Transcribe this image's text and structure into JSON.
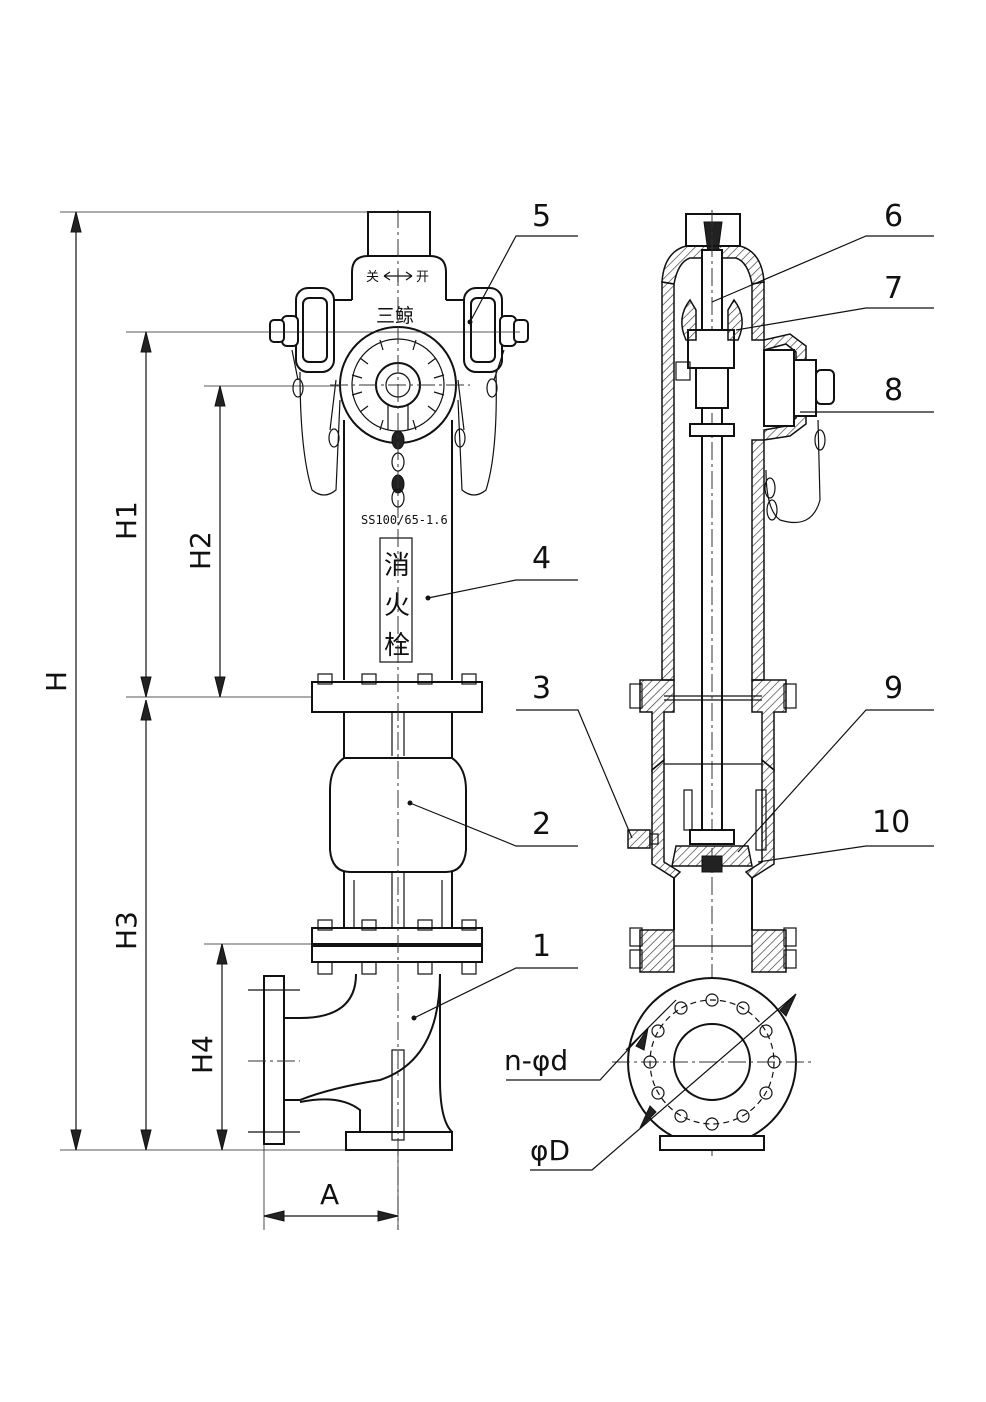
{
  "labels": {
    "part_numbers": [
      "1",
      "2",
      "3",
      "4",
      "5",
      "6",
      "7",
      "8",
      "9",
      "10"
    ],
    "dims": {
      "H": "H",
      "H1": "H1",
      "H2": "H2",
      "H3": "H3",
      "H4": "H4",
      "A": "A",
      "n_d": "n-φd",
      "D": "φD"
    },
    "body_text": {
      "switch_close": "关",
      "switch_open": "开",
      "brand": "三鲸",
      "model": "SS100/65-1.6",
      "name_chars": [
        "消",
        "火",
        "栓"
      ]
    }
  },
  "colors": {
    "line": "#111111",
    "background": "#ffffff",
    "hatch": "#333333"
  }
}
